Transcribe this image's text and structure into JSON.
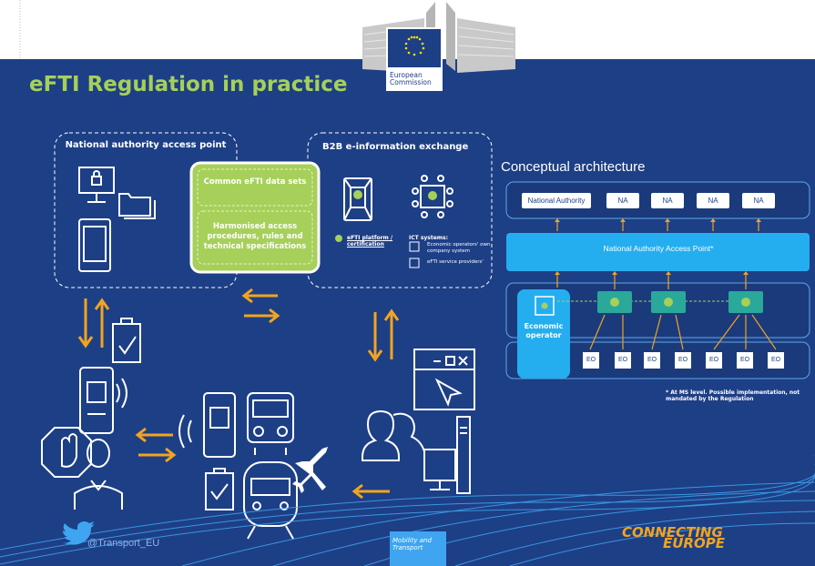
{
  "title": "eFTI Regulation in practice",
  "logo": {
    "line1": "European",
    "line2": "Commission"
  },
  "left_panel": {
    "na_access_point": "National authority access point",
    "b2b_exchange": "B2B e-information exchange",
    "common_data_sets": "Common eFTI data sets",
    "harmonised": "Harmonised access procedures, rules and technical specifications",
    "platform_label": "eFTI platform / certification",
    "ict_systems": "ICT systems:",
    "ict_item1": "Economic operators' own company system",
    "ict_item2": "eFTI service providers'"
  },
  "architecture": {
    "heading": "Conceptual architecture",
    "national_authority": "National Authority",
    "na_label": "NA",
    "na_count": 4,
    "access_point": "National Authority Access Point*",
    "economic_operator": "Economic operator",
    "eo_label": "EO",
    "eo_count": 7,
    "footnote": "* At MS level. Possible implementation, not mandated by the Regulation"
  },
  "footer": {
    "twitter": "@Transport_EU",
    "mobility": "Mobility and Transport",
    "connecting1": "CONNECTING",
    "connecting2": "EUROPE"
  },
  "colors": {
    "background": "#1d3f86",
    "accent_green": "#a6d05a",
    "arrow_orange": "#f2a41f",
    "panel_cyan": "#24aef0"
  }
}
